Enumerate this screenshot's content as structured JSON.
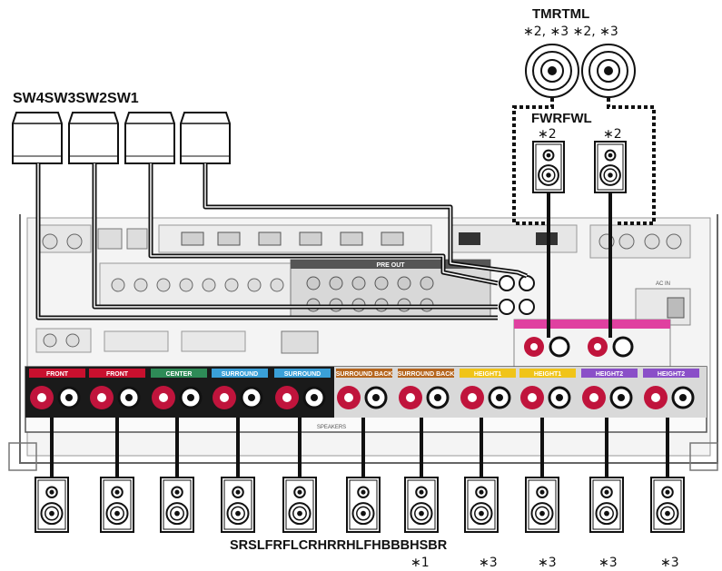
{
  "subwoofers": {
    "label": "SW4SW3SW2SW1"
  },
  "top_middle": {
    "label": "TMRTML",
    "notes": "∗2, ∗3 ∗2, ∗3"
  },
  "front_wide": {
    "label": "FWRFWL",
    "note_left": "∗2",
    "note_right": "∗2"
  },
  "speakers_bottom": {
    "label": "SRSLFRFLCRHRRHLFHBBBHSBR"
  },
  "bottom_notes": [
    "∗1",
    "∗3",
    "∗3",
    "∗3",
    "∗3"
  ],
  "panel": {
    "groups": [
      "FRONT",
      "FRONT",
      "CENTER",
      "SURROUND",
      "SURROUND",
      "SURROUND BACK",
      "SURROUND BACK",
      "HEIGHT1",
      "HEIGHT1",
      "HEIGHT2",
      "HEIGHT2"
    ],
    "speakers_label": "SPEAKERS",
    "pre_out_label": "PRE OUT",
    "ac_in_label": "AC IN"
  },
  "colors": {
    "front": "#c8102e",
    "center": "#2e8b57",
    "surround": "#3aa0d8",
    "surround_back": "#b5651d",
    "height1": "#f0c419",
    "height2": "#8a4fc8",
    "height3": "#e040a0",
    "terminal": "#c0143c"
  }
}
